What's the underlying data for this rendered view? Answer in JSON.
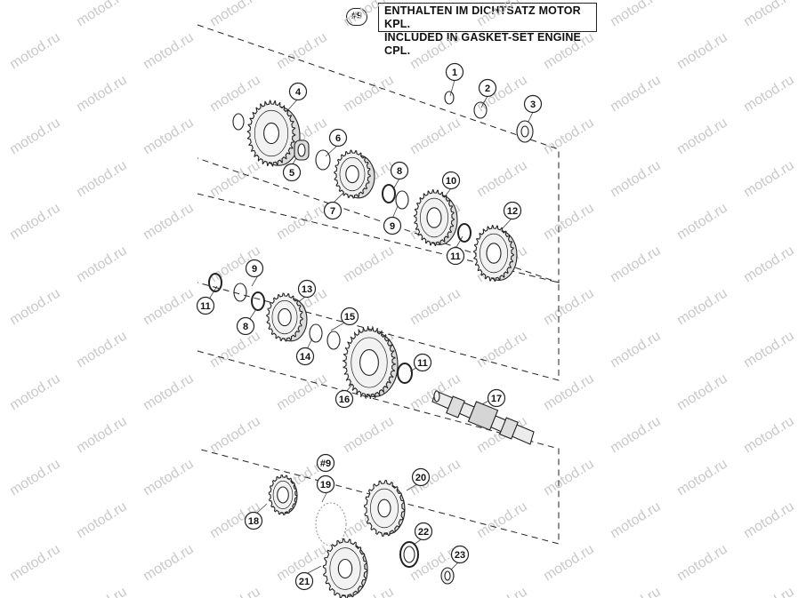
{
  "note": {
    "ref": "#9",
    "line1": "ENTHALTEN IM DICHTSATZ MOTOR KPL.",
    "line2": "INCLUDED IN GASKET-SET ENGINE CPL."
  },
  "watermark": "motod.ru",
  "callouts": [
    {
      "label": "1"
    },
    {
      "label": "2"
    },
    {
      "label": "3"
    },
    {
      "label": "4"
    },
    {
      "label": "5"
    },
    {
      "label": "6"
    },
    {
      "label": "7"
    },
    {
      "label": "8"
    },
    {
      "label": "9"
    },
    {
      "label": "10"
    },
    {
      "label": "11"
    },
    {
      "label": "12"
    },
    {
      "label": "9"
    },
    {
      "label": "11"
    },
    {
      "label": "13"
    },
    {
      "label": "8"
    },
    {
      "label": "15"
    },
    {
      "label": "14"
    },
    {
      "label": "11"
    },
    {
      "label": "16"
    },
    {
      "label": "17"
    },
    {
      "label": "#9"
    },
    {
      "label": "19"
    },
    {
      "label": "20"
    },
    {
      "label": "18"
    },
    {
      "label": "22"
    },
    {
      "label": "23"
    },
    {
      "label": "21"
    }
  ],
  "colors": {
    "line": "#222222",
    "watermark": "#c9c9c9",
    "part_fill": "#f4f4f4"
  }
}
